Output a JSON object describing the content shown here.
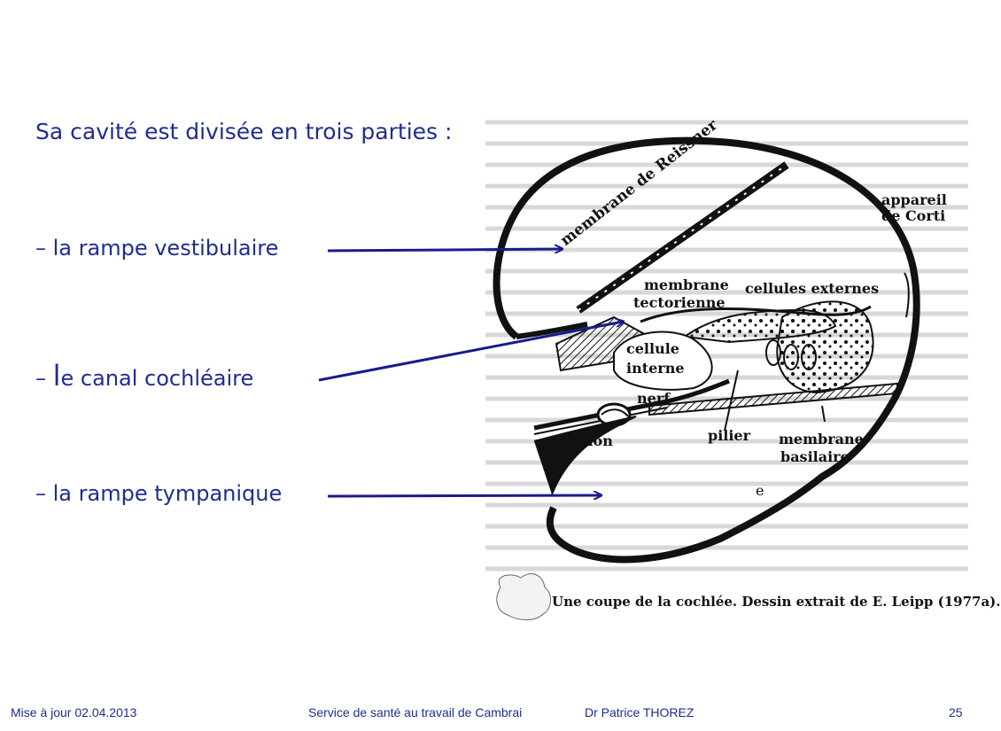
{
  "heading": "Sa cavité est divisée en trois parties :",
  "bullets": [
    {
      "dash": "–",
      "first": "la",
      "rest": " rampe vestibulaire"
    },
    {
      "dash": "–",
      "first": "l",
      "rest": "e canal cochléaire"
    },
    {
      "dash": "–",
      "first": "la",
      "rest": " rampe tympanique"
    }
  ],
  "figure": {
    "labels": {
      "reissner": "membrane de Reissner",
      "appareil1": "appareil",
      "appareil2": "de Corti",
      "membrane_tect1": "membrane",
      "membrane_tect2": "tectorienne",
      "cellules_externes": "cellules externes",
      "cellule1": "cellule",
      "cellule2": "interne",
      "nerf": "nerf",
      "ganglion": "ganglion",
      "pilier": "pilier",
      "membrane_bas1": "membrane",
      "membrane_bas2": "basilaire",
      "e": "e"
    },
    "caption": "Une coupe de la cochlée. Dessin extrait de E. Leipp (1977a)."
  },
  "footer": {
    "date": "Mise à jour 02.04.2013",
    "service": "Service de santé au travail de Cambrai",
    "author": "Dr Patrice THOREZ",
    "page": "25"
  },
  "colors": {
    "text": "#1f2d8f",
    "arrow": "#1a1a8c"
  }
}
